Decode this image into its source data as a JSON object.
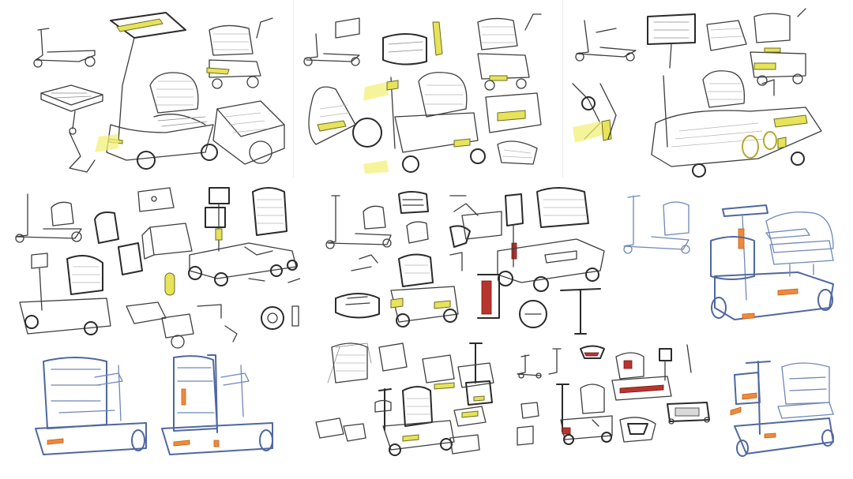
{
  "board": {
    "background": "#ffffff",
    "highlight_colors": {
      "yellow": "#e7e35a",
      "orange": "#ee8a3c",
      "red": "#b8352e",
      "sketch_blue": "#6f86b8"
    },
    "sketches": [
      {
        "name": "sketch-group-top-left",
        "style": "pencil with yellow highlights"
      },
      {
        "name": "sketch-group-top-center",
        "style": "pencil with yellow highlights"
      },
      {
        "name": "sketch-group-top-right",
        "style": "pencil with yellow highlights"
      },
      {
        "name": "sketch-group-middle-left",
        "style": "ink line with yellow accent"
      },
      {
        "name": "sketch-group-middle-center",
        "style": "ink line with yellow and red accents"
      },
      {
        "name": "sketch-group-middle-right",
        "style": "blue pencil with orange accents"
      },
      {
        "name": "sketch-group-bottom-left",
        "style": "blue pencil with orange accents"
      },
      {
        "name": "sketch-group-bottom-center",
        "style": "ink line with yellow accents"
      },
      {
        "name": "sketch-group-bottom-mid-right",
        "style": "ink line with red accents"
      },
      {
        "name": "sketch-group-bottom-right",
        "style": "blue pencil with orange accents"
      }
    ]
  }
}
